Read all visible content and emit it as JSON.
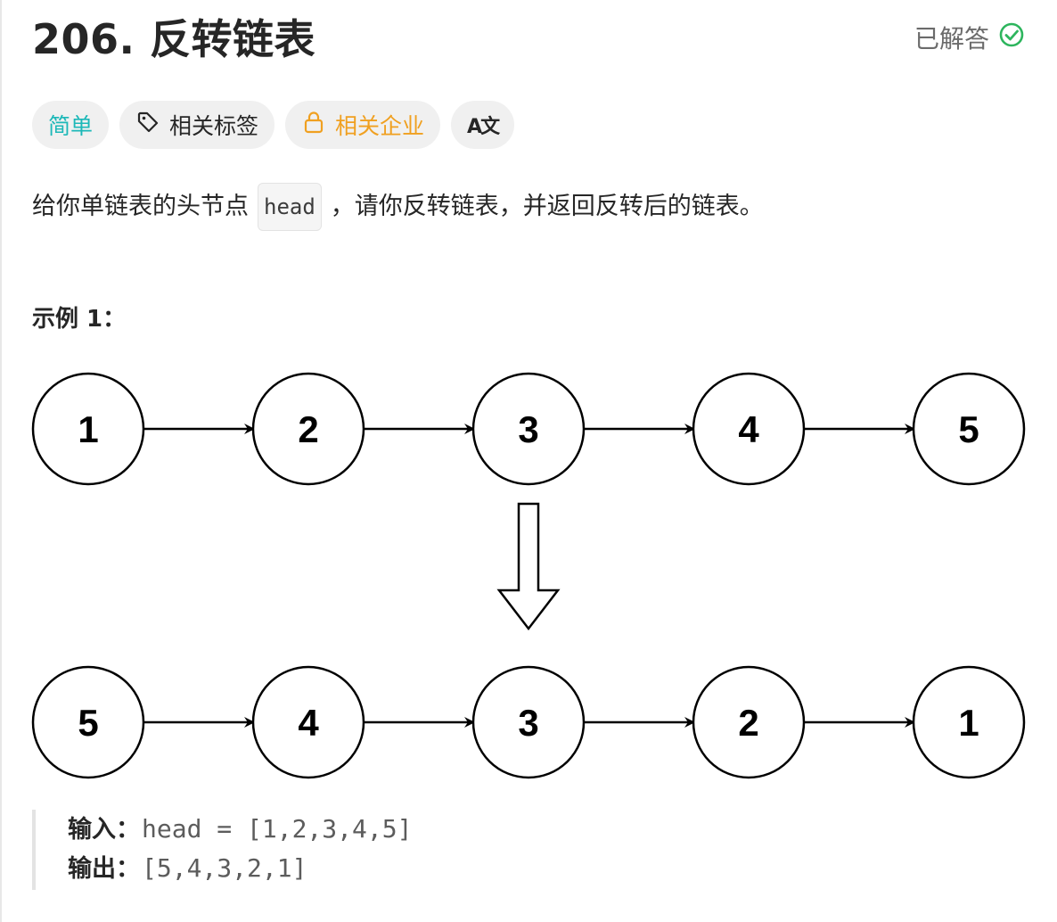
{
  "problem": {
    "title": "206. 反转链表",
    "status_label": "已解答"
  },
  "tags": {
    "difficulty": "简单",
    "topics": "相关标签",
    "companies": "相关企业",
    "translate": "A文"
  },
  "description": {
    "before": "给你单链表的头节点",
    "code": "head",
    "after": "，请你反转链表，并返回反转后的链表。"
  },
  "example": {
    "title": "示例 1：",
    "input_label": "输入：",
    "input_value": "head = [1,2,3,4,5]",
    "output_label": "输出：",
    "output_value": "[5,4,3,2,1]"
  },
  "diagram": {
    "top_nodes": [
      "1",
      "2",
      "3",
      "4",
      "5"
    ],
    "bottom_nodes": [
      "5",
      "4",
      "3",
      "2",
      "1"
    ]
  },
  "colors": {
    "solved_green": "#2db55d",
    "easy_teal": "#1cb8b8",
    "company_orange": "#f0a020"
  },
  "icons": {
    "solved": "check-circle-icon",
    "topics": "tag-icon",
    "companies": "lock-icon",
    "translate": "translate-icon"
  }
}
